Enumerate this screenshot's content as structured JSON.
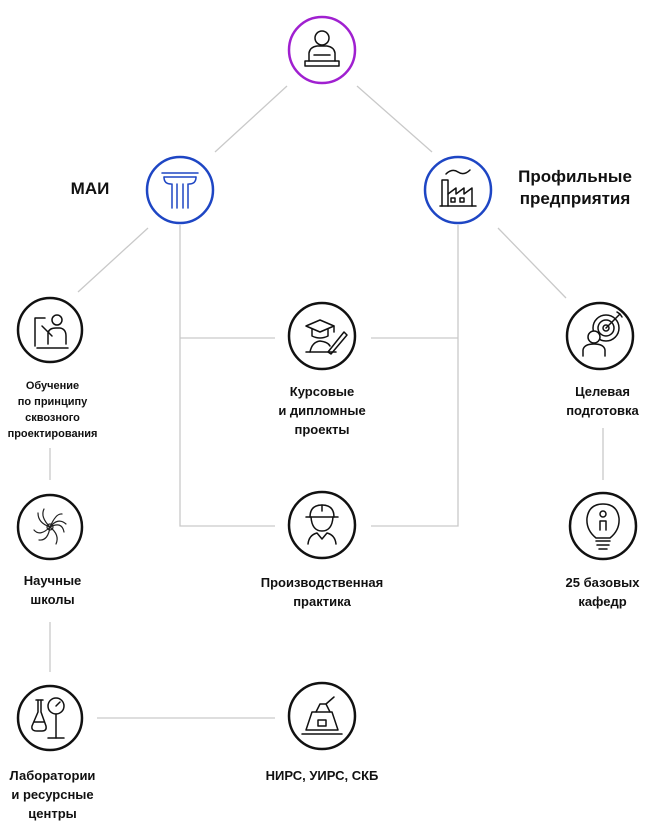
{
  "colors": {
    "line": "#c9c9c9",
    "node_default": "#111111",
    "node_blue": "#1e46c4",
    "node_purple": "#a020d0"
  },
  "top": {
    "icon": "student-at-desk-icon",
    "color": "#a020d0"
  },
  "mai": {
    "title": "МАИ",
    "icon": "column-capital-icon",
    "color": "#1e46c4"
  },
  "enterprises": {
    "title": "Профильные\nпредприятия",
    "icon": "factory-icon",
    "color": "#1e46c4"
  },
  "nodes": {
    "obuchenie": {
      "label": "Обучение\nпо принципу\nсквозного\nпроектирования",
      "icon": "teacher-at-board-icon"
    },
    "kursovye": {
      "label": "Курсовые\nи дипломные\nпроекты",
      "icon": "graduate-cap-pen-icon"
    },
    "celevaya": {
      "label": "Целевая\nподготовка",
      "icon": "target-person-icon"
    },
    "shkoly": {
      "label": "Научные\nшколы",
      "icon": "swirl-icon"
    },
    "praktika": {
      "label": "Производственная\nпрактика",
      "icon": "worker-helmet-icon"
    },
    "kafedry": {
      "label": "25 базовых\nкафедр",
      "icon": "lightbulb-person-icon"
    },
    "laboratorii": {
      "label": "Лаборатории\nи ресурсные\nцентры",
      "icon": "lab-flask-gauge-icon"
    },
    "nirs": {
      "label": "НИРС, УИРС, СКБ",
      "icon": "microscope-device-icon"
    }
  }
}
